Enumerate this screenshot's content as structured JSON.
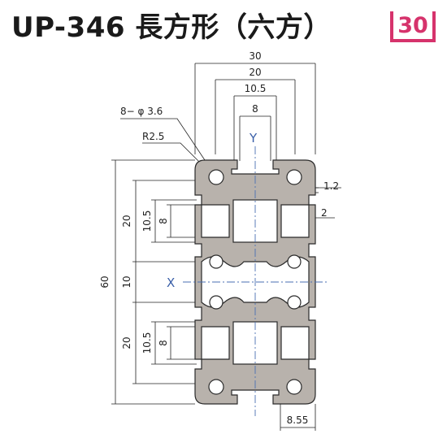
{
  "title": "UP-346 長方形（六方）",
  "badge": "30",
  "diagram": {
    "dims": {
      "w30": "30",
      "w20": "20",
      "w10_5": "10.5",
      "w8": "8",
      "holes": "8− φ 3.6",
      "radius": "R2.5",
      "h60": "60",
      "h20_top": "20",
      "h10": "10",
      "h20_bot": "20",
      "h10_5_top": "10.5",
      "h8_top": "8",
      "h10_5_bot": "10.5",
      "h8_bot": "8",
      "t1_2": "1.2",
      "t2": "2",
      "w8_55": "8.55"
    },
    "axes": {
      "x": "X",
      "y": "Y"
    }
  },
  "colors": {
    "badge": "#d6336c",
    "axis": "#4a6fb3",
    "profile": "#b8b2ac"
  }
}
